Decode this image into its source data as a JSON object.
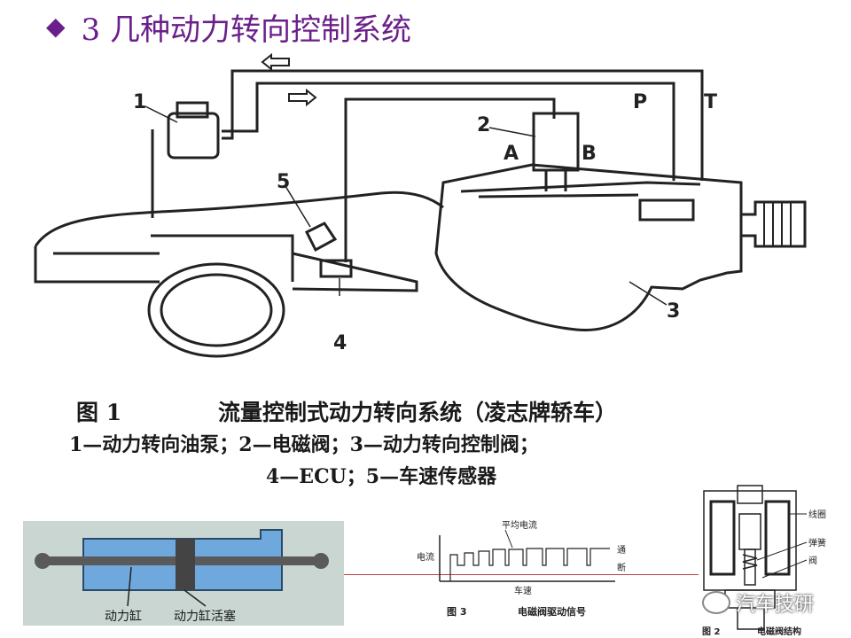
{
  "title": {
    "bullet": "◆",
    "text": "3 几种动力转向控制系统"
  },
  "figure1": {
    "labels": {
      "pump": "1",
      "valve": "2",
      "control_valve": "3",
      "ecu": "4",
      "speed_sensor": "5",
      "a": "A",
      "b": "B",
      "p": "P",
      "t": "T"
    },
    "caption_fig_no": "图 1",
    "caption_title": "流量控制式动力转向系统（凌志牌轿车）",
    "caption_line2": "1—动力转向油泵；2—电磁阀；3—动力转向控制阀；",
    "caption_line3": "4—ECU；5—车速传感器"
  },
  "cylinder_panel": {
    "label_cylinder": "动力缸",
    "label_piston": "动力缸活塞"
  },
  "signal_panel": {
    "avg_current": "平均电流",
    "y_label": "电流",
    "on": "通",
    "off": "断",
    "x_label": "车速",
    "fig_no": "图 3",
    "caption": "电磁阀驱动信号"
  },
  "valve_panel": {
    "coil": "线圈",
    "spring": "弹簧",
    "valve": "阀",
    "fig_no": "图 2",
    "caption": "电磁阀结构"
  },
  "watermark": {
    "text": "汽车技研"
  }
}
